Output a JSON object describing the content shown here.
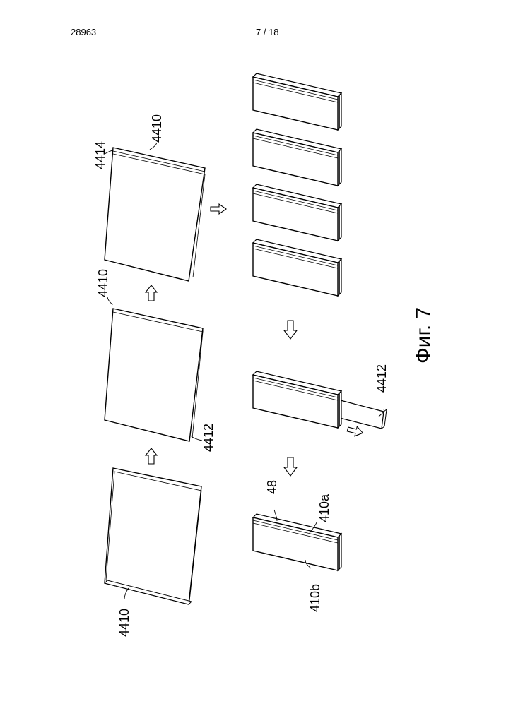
{
  "header": {
    "doc_number": "28963",
    "page": "7 / 18"
  },
  "figure": {
    "caption": "Фиг. 7"
  },
  "labels": {
    "sheet_bottom": "4410",
    "sheet_middle_top": "4410",
    "sheet_middle_bottom": "4412",
    "sheet_top_a": "4414",
    "sheet_top_b": "4410",
    "strip": "4412",
    "final_48": "48",
    "final_410a": "410a",
    "final_410b": "410b"
  }
}
